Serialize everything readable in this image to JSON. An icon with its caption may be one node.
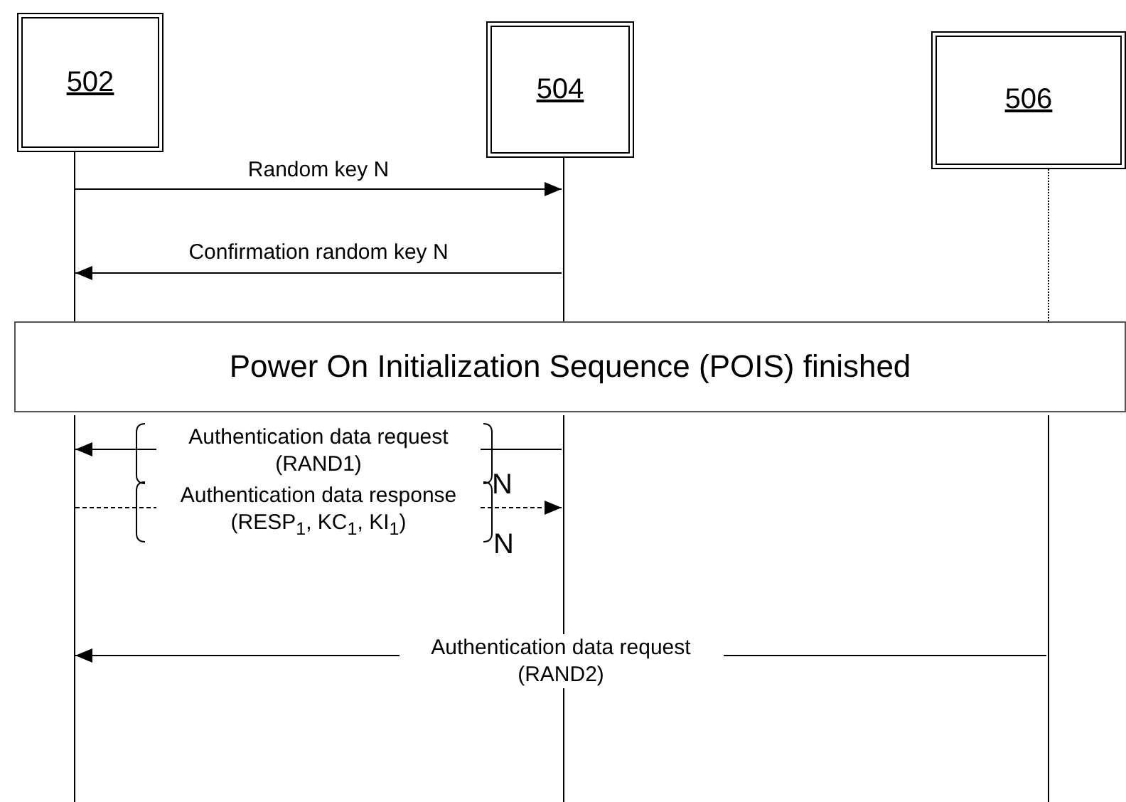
{
  "diagram": {
    "nodes": [
      {
        "text": [
          "502"
        ]
      },
      {
        "text": [
          "504"
        ]
      },
      {
        "text": [
          "506"
        ]
      },
      {
        "text": [
          "Power On Initialization Sequence (POIS) finished"
        ]
      },
      {
        "text": [],
        "shape": "line"
      },
      {
        "text": [],
        "shape": "line"
      },
      {
        "text": [],
        "shape": "line"
      },
      {
        "text": [],
        "shape": "line"
      },
      {
        "text": [],
        "shape": "line"
      },
      {
        "text": [],
        "shape": "line"
      }
    ],
    "edges": [
      {
        "from": 4,
        "to": 5,
        "arrow": "to",
        "label": "Random key N"
      },
      {
        "from": 5,
        "to": 4,
        "arrow": "to",
        "label": "Confirmation random key N"
      },
      {
        "from": 8,
        "to": 7,
        "arrow": "to",
        "label": "Authentication data request (RAND1)"
      },
      {
        "from": 7,
        "to": 8,
        "arrow": "to",
        "label": "Authentication data response (RESP$_{1}$, KC$_{1}$, KI$_{1}$)",
        "style": "dashed"
      },
      {
        "from": 9,
        "to": 7,
        "arrow": "to",
        "label": "Authentication data request (RAND2)"
      }
    ],
    "labels": [
      "N",
      "N"
    ]
  }
}
